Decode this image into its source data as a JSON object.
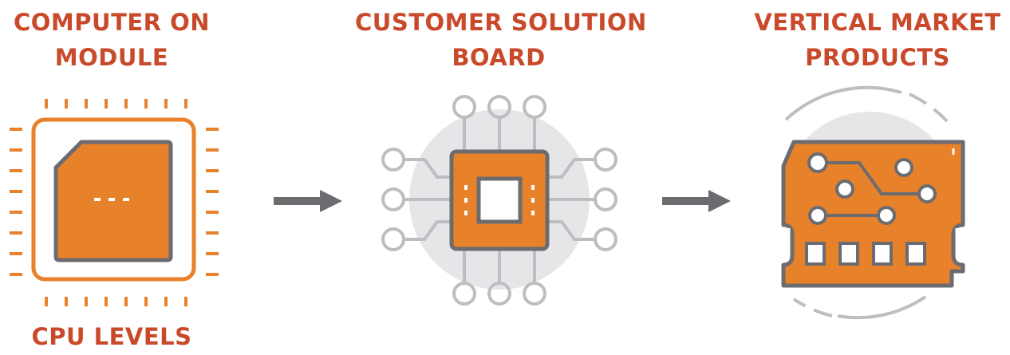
{
  "titles": {
    "module": [
      "COMPUTER ON",
      "MODULE"
    ],
    "board": [
      "CUSTOMER SOLUTION",
      "BOARD"
    ],
    "products": [
      "VERTICAL MARKET",
      "PRODUCTS"
    ],
    "cpu_levels": "CPU LEVELS"
  },
  "colors": {
    "title": "#c94a2a",
    "orange": "#e8822a",
    "gray_dark": "#6b6b70",
    "gray_light": "#bebec2",
    "halo": "#e6e6e8"
  },
  "icons": [
    "cpu-module-icon",
    "arrow-right-icon",
    "circuit-chip-icon",
    "arrow-right-icon",
    "circuit-board-icon"
  ]
}
